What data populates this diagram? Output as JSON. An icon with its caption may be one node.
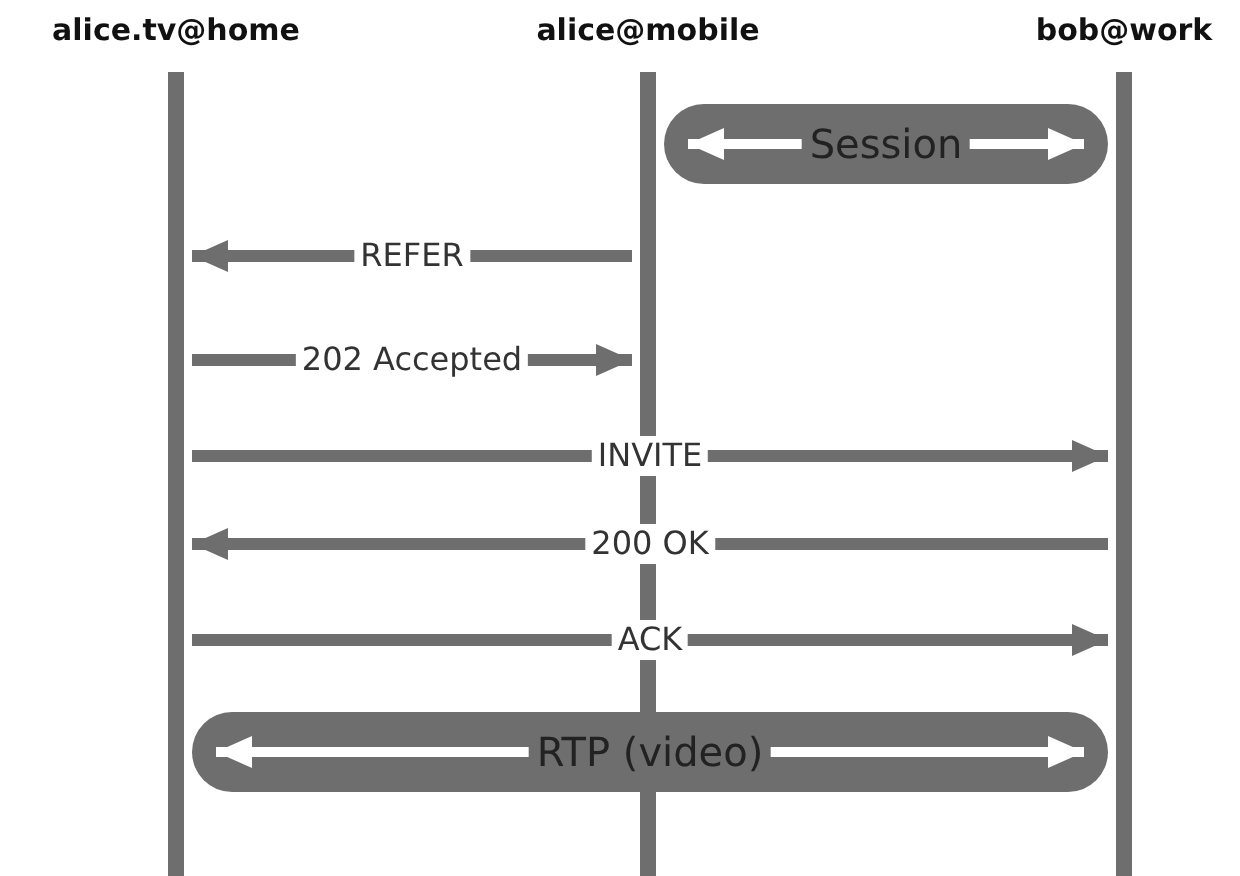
{
  "diagram": {
    "nodes": [
      {
        "text": [
          "alice.tv@home"
        ]
      },
      {
        "text": [
          "alice@mobile"
        ]
      },
      {
        "text": [
          "bob@work"
        ]
      }
    ],
    "edges": [
      {
        "from": 1,
        "to": 2,
        "arrow": "both",
        "label": "Session",
        "color": "#ffffff"
      },
      {
        "from": 1,
        "to": 0,
        "arrow": "to",
        "label": "REFER"
      },
      {
        "from": 0,
        "to": 1,
        "arrow": "to",
        "label": "202 Accepted"
      },
      {
        "from": 0,
        "to": 2,
        "arrow": "to",
        "label": "INVITE"
      },
      {
        "from": 2,
        "to": 0,
        "arrow": "to",
        "label": "200 OK"
      },
      {
        "from": 0,
        "to": 2,
        "arrow": "to",
        "label": "ACK"
      },
      {
        "from": 0,
        "to": 2,
        "arrow": "both",
        "label": "RTP (video)",
        "color": "#ffffff"
      }
    ]
  }
}
